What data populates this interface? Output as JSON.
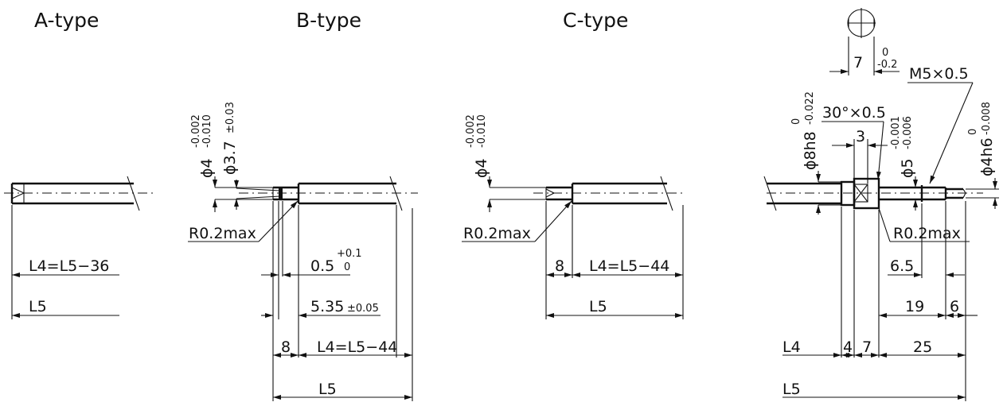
{
  "types": {
    "a": {
      "title": "A-type",
      "dims": {
        "l4": "L4=L5−36",
        "l5": "L5"
      }
    },
    "b": {
      "title": "B-type",
      "dims": {
        "dia": "ϕ4",
        "dia_tol_upper": "-0.002",
        "dia_tol_lower": "-0.010",
        "dia2": "ϕ3.7",
        "dia2_tol": "±0.03",
        "radius": "R0.2max",
        "groove": "0.5",
        "groove_tol_upper": "+0.1",
        "groove_tol_lower": "0",
        "pos": "5.35",
        "pos_tol": "±0.05",
        "len8": "8",
        "l4": "L4=L5−44",
        "l5": "L5"
      }
    },
    "c": {
      "title": "C-type",
      "dims": {
        "dia": "ϕ4",
        "dia_tol_upper": "-0.002",
        "dia_tol_lower": "-0.010",
        "radius": "R0.2max",
        "len8": "8",
        "l4": "L4=L5−44",
        "l5": "L5"
      }
    },
    "d": {
      "dims": {
        "flat": "7",
        "flat_tol_upper": "0",
        "flat_tol_lower": "-0.2",
        "thread": "M5×0.5",
        "chamfer": "30°×0.5",
        "w3": "3",
        "dia8": "ϕ8h8",
        "dia8_tol_upper": "0",
        "dia8_tol_lower": "-0.022",
        "dia5": "ϕ5",
        "dia5_tol_upper": "-0.001",
        "dia5_tol_lower": "-0.006",
        "dia4": "ϕ4h6",
        "dia4_tol_upper": "0",
        "dia4_tol_lower": "-0.008",
        "radius": "R0.2max",
        "d65": "6.5",
        "d19": "19",
        "d6": "6",
        "l4": "L4",
        "d4": "4",
        "d7": "7",
        "d25": "25",
        "l5": "L5"
      }
    }
  }
}
